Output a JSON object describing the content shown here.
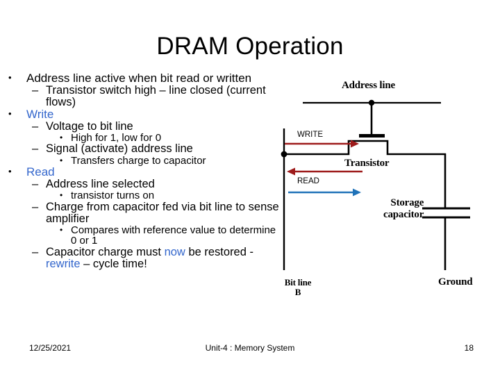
{
  "slide": {
    "title": "DRAM Operation",
    "accent_blue": "#3366CC",
    "arrow_red": "#9E1B1B",
    "arrow_blue": "#1F72B8"
  },
  "bullets": [
    {
      "level": 1,
      "marker": "•",
      "text": "Address line active when bit read or written"
    },
    {
      "level": 2,
      "marker": "–",
      "text": "Transistor switch high – line closed (current flows)"
    },
    {
      "level": 1,
      "marker": "•",
      "text": "Write",
      "color": "blue"
    },
    {
      "level": 2,
      "marker": "–",
      "text": "Voltage to bit line"
    },
    {
      "level": 3,
      "marker": "•",
      "text": "High for 1, low for 0"
    },
    {
      "level": 2,
      "marker": "–",
      "text": "Signal (activate) address line"
    },
    {
      "level": 3,
      "marker": "•",
      "text": "Transfers charge to capacitor"
    },
    {
      "level": 1,
      "marker": "•",
      "text": "Read",
      "color": "blue"
    },
    {
      "level": 2,
      "marker": "–",
      "text": "Address line selected"
    },
    {
      "level": 3,
      "marker": "•",
      "text": "transistor turns on"
    },
    {
      "level": 2,
      "marker": "–",
      "text": "Charge from capacitor fed via bit line to sense amplifier"
    },
    {
      "level": 3,
      "marker": "•",
      "text": "Compares with reference value to determine 0 or 1"
    },
    {
      "level": 2,
      "marker": "–",
      "text": "Capacitor charge must now be restored - rewrite – cycle time!",
      "rich": [
        {
          "t": "Capacitor charge must "
        },
        {
          "t": "now",
          "c": "blue"
        },
        {
          "t": " be restored - "
        },
        {
          "t": "rewrite",
          "c": "blue"
        },
        {
          "t": " – cycle time!"
        }
      ]
    }
  ],
  "diagram": {
    "labels": {
      "address_line": "Address line",
      "transistor": "Transistor",
      "storage_capacitor_line1": "Storage",
      "storage_capacitor_line2": "capacitor",
      "ground": "Ground",
      "bit_line_line1": "Bit line",
      "bit_line_line2": "B"
    },
    "arrows": {
      "write": "WRITE",
      "read": "READ"
    }
  },
  "footer": {
    "date": "12/25/2021",
    "title": "Unit-4 : Memory System",
    "page": "18"
  }
}
